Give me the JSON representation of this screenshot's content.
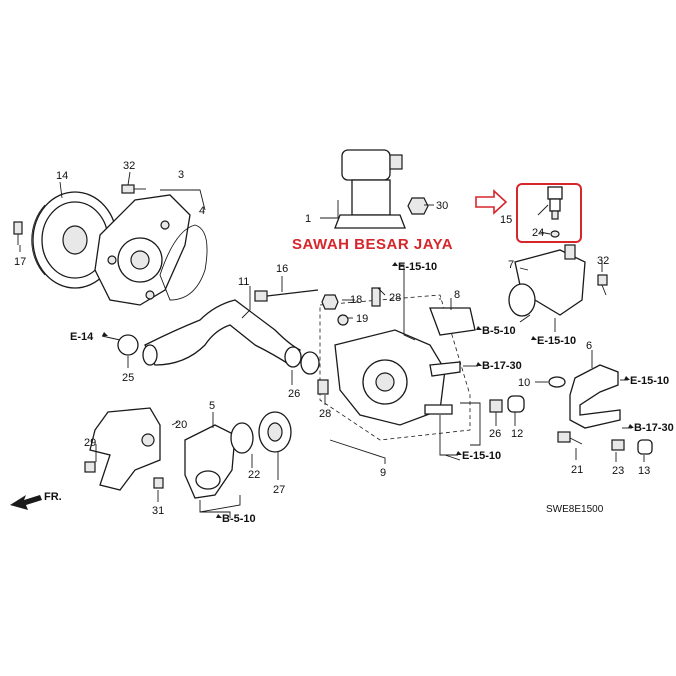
{
  "watermark": "SAWAH BESAR JAYA",
  "diagram_code": "SWE8E1500",
  "front_label": "FR.",
  "colors": {
    "highlight": "#d6262c",
    "ink": "#1a1a1a"
  },
  "part_numbers": [
    "1",
    "3",
    "4",
    "5",
    "6",
    "7",
    "8",
    "9",
    "10",
    "11",
    "12",
    "13",
    "14",
    "15",
    "16",
    "17",
    "18",
    "19",
    "20",
    "21",
    "22",
    "23",
    "24",
    "25",
    "26",
    "26",
    "27",
    "28",
    "28",
    "29",
    "30",
    "31",
    "32",
    "32"
  ],
  "references": [
    "E-15-10",
    "E-15-10",
    "E-15-10",
    "E-15-10",
    "B-5-10",
    "B-5-10",
    "B-17-30",
    "B-17-30",
    "E-14"
  ],
  "highlighted_parts": [
    "18",
    "25"
  ]
}
